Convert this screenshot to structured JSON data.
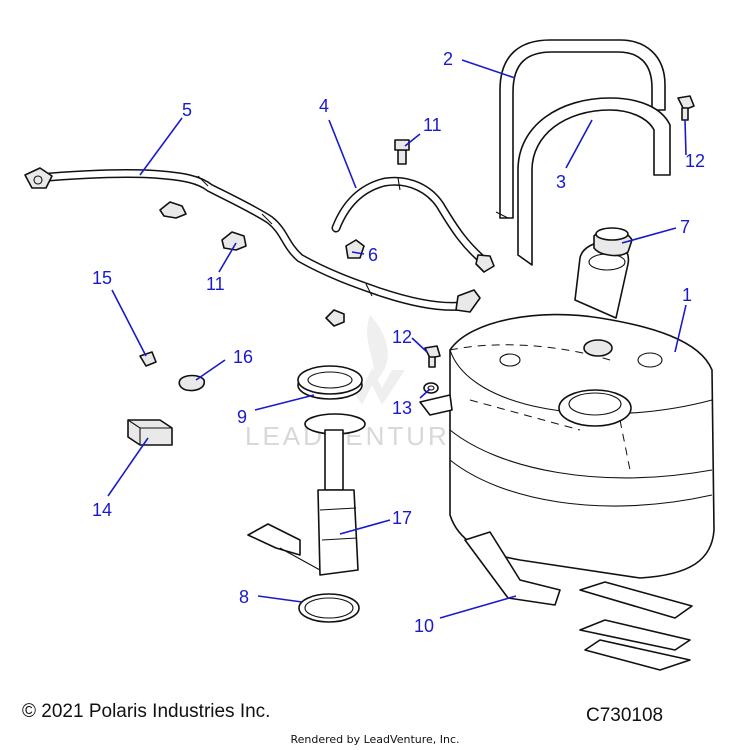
{
  "footer": {
    "copyright": "© 2021 Polaris Industries Inc.",
    "diagram_code": "C730108",
    "rendered_by": "Rendered by LeadVenture, Inc."
  },
  "watermark": "LEADVENTURE",
  "callouts": {
    "c1": "1",
    "c2": "2",
    "c3": "3",
    "c4": "4",
    "c5": "5",
    "c6": "6",
    "c7": "7",
    "c8": "8",
    "c9": "9",
    "c10": "10",
    "c11a": "11",
    "c11b": "11",
    "c12a": "12",
    "c12b": "12",
    "c13": "13",
    "c14": "14",
    "c15": "15",
    "c16": "16",
    "c17": "17"
  },
  "colors": {
    "callout": "#1a1acc",
    "line": "#111111",
    "watermark": "#d8d8d8"
  }
}
